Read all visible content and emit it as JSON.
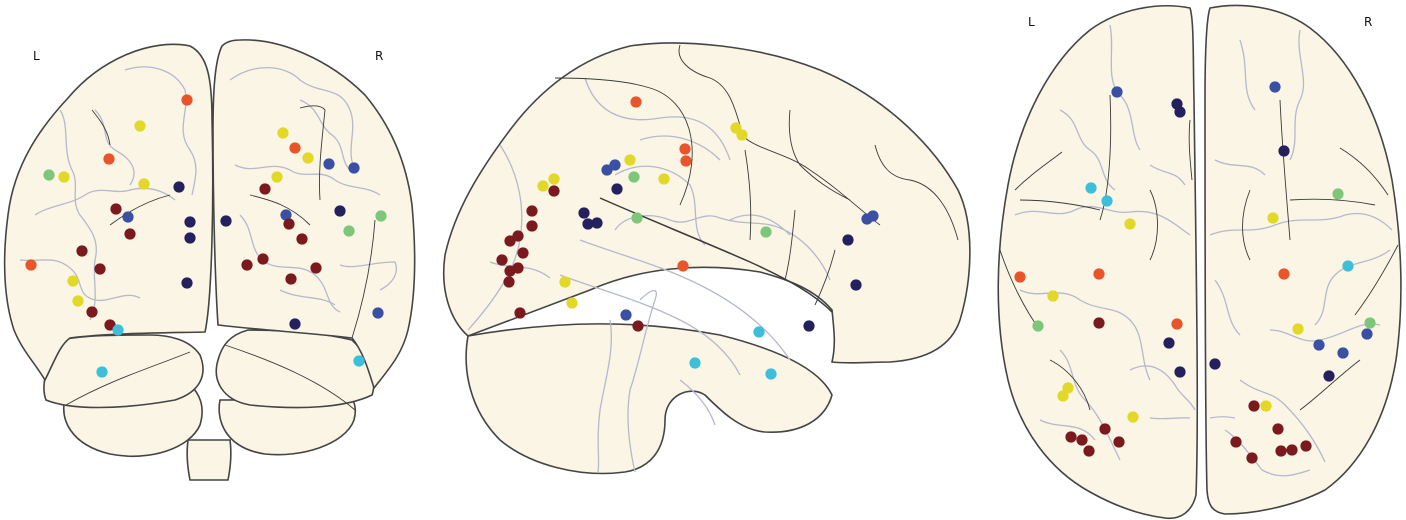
{
  "labels": {
    "coronal_left": "L",
    "coronal_right": "R",
    "axial_left": "L",
    "axial_right": "R"
  },
  "colors": {
    "maroon": "#7b1a1e",
    "navy": "#24215e",
    "blue": "#3a50a4",
    "cyan": "#3dbfd9",
    "green": "#7ec67a",
    "yellow": "#e2d827",
    "orange": "#e8552a",
    "brain_fill": "#faf5e4",
    "outline": "#444444",
    "sulcus": "#b6b9cc"
  },
  "views": [
    {
      "name": "coronal",
      "markers": [
        {
          "c": "orange",
          "p": [
            187,
            100
          ]
        },
        {
          "c": "yellow",
          "p": [
            140,
            126
          ]
        },
        {
          "c": "orange",
          "p": [
            109,
            159
          ]
        },
        {
          "c": "green",
          "p": [
            49,
            175
          ]
        },
        {
          "c": "yellow",
          "p": [
            64,
            177
          ]
        },
        {
          "c": "yellow",
          "p": [
            144,
            184
          ]
        },
        {
          "c": "navy",
          "p": [
            179,
            187
          ]
        },
        {
          "c": "maroon",
          "p": [
            116,
            209
          ]
        },
        {
          "c": "blue",
          "p": [
            128,
            217
          ]
        },
        {
          "c": "navy",
          "p": [
            190,
            222
          ]
        },
        {
          "c": "maroon",
          "p": [
            130,
            234
          ]
        },
        {
          "c": "navy",
          "p": [
            190,
            238
          ]
        },
        {
          "c": "maroon",
          "p": [
            82,
            251
          ]
        },
        {
          "c": "orange",
          "p": [
            31,
            265
          ]
        },
        {
          "c": "maroon",
          "p": [
            100,
            269
          ]
        },
        {
          "c": "yellow",
          "p": [
            73,
            281
          ]
        },
        {
          "c": "navy",
          "p": [
            187,
            283
          ]
        },
        {
          "c": "yellow",
          "p": [
            78,
            301
          ]
        },
        {
          "c": "maroon",
          "p": [
            92,
            312
          ]
        },
        {
          "c": "maroon",
          "p": [
            110,
            325
          ]
        },
        {
          "c": "cyan",
          "p": [
            118,
            330
          ]
        },
        {
          "c": "cyan",
          "p": [
            102,
            372
          ]
        },
        {
          "c": "yellow",
          "p": [
            283,
            133
          ]
        },
        {
          "c": "orange",
          "p": [
            295,
            148
          ]
        },
        {
          "c": "yellow",
          "p": [
            308,
            158
          ]
        },
        {
          "c": "blue",
          "p": [
            329,
            164
          ]
        },
        {
          "c": "blue",
          "p": [
            354,
            168
          ]
        },
        {
          "c": "yellow",
          "p": [
            277,
            177
          ]
        },
        {
          "c": "maroon",
          "p": [
            265,
            189
          ]
        },
        {
          "c": "navy",
          "p": [
            340,
            211
          ]
        },
        {
          "c": "blue",
          "p": [
            286,
            215
          ]
        },
        {
          "c": "green",
          "p": [
            381,
            216
          ]
        },
        {
          "c": "navy",
          "p": [
            226,
            221
          ]
        },
        {
          "c": "maroon",
          "p": [
            289,
            224
          ]
        },
        {
          "c": "green",
          "p": [
            349,
            231
          ]
        },
        {
          "c": "maroon",
          "p": [
            302,
            239
          ]
        },
        {
          "c": "maroon",
          "p": [
            263,
            259
          ]
        },
        {
          "c": "maroon",
          "p": [
            247,
            265
          ]
        },
        {
          "c": "maroon",
          "p": [
            316,
            268
          ]
        },
        {
          "c": "maroon",
          "p": [
            291,
            279
          ]
        },
        {
          "c": "blue",
          "p": [
            378,
            313
          ]
        },
        {
          "c": "navy",
          "p": [
            295,
            324
          ]
        },
        {
          "c": "cyan",
          "p": [
            359,
            361
          ]
        }
      ]
    },
    {
      "name": "sagittal",
      "markers": [
        {
          "c": "orange",
          "p": [
            636,
            102
          ]
        },
        {
          "c": "yellow",
          "p": [
            736,
            128
          ]
        },
        {
          "c": "yellow",
          "p": [
            742,
            135
          ]
        },
        {
          "c": "orange",
          "p": [
            685,
            149
          ]
        },
        {
          "c": "yellow",
          "p": [
            630,
            160
          ]
        },
        {
          "c": "orange",
          "p": [
            686,
            161
          ]
        },
        {
          "c": "blue",
          "p": [
            615,
            165
          ]
        },
        {
          "c": "blue",
          "p": [
            607,
            170
          ]
        },
        {
          "c": "green",
          "p": [
            634,
            177
          ]
        },
        {
          "c": "yellow",
          "p": [
            664,
            179
          ]
        },
        {
          "c": "yellow",
          "p": [
            554,
            179
          ]
        },
        {
          "c": "yellow",
          "p": [
            543,
            186
          ]
        },
        {
          "c": "navy",
          "p": [
            617,
            189
          ]
        },
        {
          "c": "maroon",
          "p": [
            554,
            191
          ]
        },
        {
          "c": "maroon",
          "p": [
            532,
            211
          ]
        },
        {
          "c": "navy",
          "p": [
            584,
            213
          ]
        },
        {
          "c": "green",
          "p": [
            637,
            218
          ]
        },
        {
          "c": "blue",
          "p": [
            873,
            216
          ]
        },
        {
          "c": "blue",
          "p": [
            867,
            219
          ]
        },
        {
          "c": "navy",
          "p": [
            597,
            223
          ]
        },
        {
          "c": "navy",
          "p": [
            588,
            224
          ]
        },
        {
          "c": "maroon",
          "p": [
            532,
            226
          ]
        },
        {
          "c": "maroon",
          "p": [
            518,
            236
          ]
        },
        {
          "c": "green",
          "p": [
            766,
            232
          ]
        },
        {
          "c": "maroon",
          "p": [
            510,
            241
          ]
        },
        {
          "c": "navy",
          "p": [
            848,
            240
          ]
        },
        {
          "c": "maroon",
          "p": [
            523,
            253
          ]
        },
        {
          "c": "maroon",
          "p": [
            502,
            260
          ]
        },
        {
          "c": "orange",
          "p": [
            683,
            266
          ]
        },
        {
          "c": "maroon",
          "p": [
            518,
            268
          ]
        },
        {
          "c": "maroon",
          "p": [
            510,
            271
          ]
        },
        {
          "c": "maroon",
          "p": [
            509,
            282
          ]
        },
        {
          "c": "yellow",
          "p": [
            565,
            282
          ]
        },
        {
          "c": "navy",
          "p": [
            856,
            285
          ]
        },
        {
          "c": "yellow",
          "p": [
            572,
            303
          ]
        },
        {
          "c": "maroon",
          "p": [
            520,
            313
          ]
        },
        {
          "c": "blue",
          "p": [
            626,
            315
          ]
        },
        {
          "c": "maroon",
          "p": [
            638,
            326
          ]
        },
        {
          "c": "navy",
          "p": [
            809,
            326
          ]
        },
        {
          "c": "cyan",
          "p": [
            759,
            332
          ]
        },
        {
          "c": "cyan",
          "p": [
            695,
            363
          ]
        },
        {
          "c": "cyan",
          "p": [
            771,
            374
          ]
        }
      ]
    },
    {
      "name": "axial",
      "markers": [
        {
          "c": "blue",
          "p": [
            1117,
            92
          ]
        },
        {
          "c": "navy",
          "p": [
            1177,
            104
          ]
        },
        {
          "c": "navy",
          "p": [
            1180,
            112
          ]
        },
        {
          "c": "blue",
          "p": [
            1275,
            87
          ]
        },
        {
          "c": "navy",
          "p": [
            1284,
            151
          ]
        },
        {
          "c": "cyan",
          "p": [
            1091,
            188
          ]
        },
        {
          "c": "green",
          "p": [
            1338,
            194
          ]
        },
        {
          "c": "cyan",
          "p": [
            1107,
            201
          ]
        },
        {
          "c": "yellow",
          "p": [
            1273,
            218
          ]
        },
        {
          "c": "yellow",
          "p": [
            1130,
            224
          ]
        },
        {
          "c": "cyan",
          "p": [
            1348,
            266
          ]
        },
        {
          "c": "orange",
          "p": [
            1020,
            277
          ]
        },
        {
          "c": "orange",
          "p": [
            1099,
            274
          ]
        },
        {
          "c": "orange",
          "p": [
            1284,
            274
          ]
        },
        {
          "c": "yellow",
          "p": [
            1053,
            296
          ]
        },
        {
          "c": "maroon",
          "p": [
            1099,
            323
          ]
        },
        {
          "c": "orange",
          "p": [
            1177,
            324
          ]
        },
        {
          "c": "green",
          "p": [
            1038,
            326
          ]
        },
        {
          "c": "green",
          "p": [
            1370,
            323
          ]
        },
        {
          "c": "yellow",
          "p": [
            1298,
            329
          ]
        },
        {
          "c": "blue",
          "p": [
            1367,
            334
          ]
        },
        {
          "c": "navy",
          "p": [
            1169,
            343
          ]
        },
        {
          "c": "blue",
          "p": [
            1319,
            345
          ]
        },
        {
          "c": "blue",
          "p": [
            1343,
            353
          ]
        },
        {
          "c": "navy",
          "p": [
            1215,
            364
          ]
        },
        {
          "c": "navy",
          "p": [
            1180,
            372
          ]
        },
        {
          "c": "navy",
          "p": [
            1329,
            376
          ]
        },
        {
          "c": "yellow",
          "p": [
            1068,
            388
          ]
        },
        {
          "c": "yellow",
          "p": [
            1063,
            396
          ]
        },
        {
          "c": "maroon",
          "p": [
            1254,
            406
          ]
        },
        {
          "c": "yellow",
          "p": [
            1266,
            406
          ]
        },
        {
          "c": "yellow",
          "p": [
            1133,
            417
          ]
        },
        {
          "c": "maroon",
          "p": [
            1105,
            429
          ]
        },
        {
          "c": "maroon",
          "p": [
            1278,
            429
          ]
        },
        {
          "c": "maroon",
          "p": [
            1071,
            437
          ]
        },
        {
          "c": "maroon",
          "p": [
            1082,
            440
          ]
        },
        {
          "c": "maroon",
          "p": [
            1119,
            442
          ]
        },
        {
          "c": "maroon",
          "p": [
            1236,
            442
          ]
        },
        {
          "c": "maroon",
          "p": [
            1089,
            451
          ]
        },
        {
          "c": "maroon",
          "p": [
            1281,
            451
          ]
        },
        {
          "c": "maroon",
          "p": [
            1292,
            450
          ]
        },
        {
          "c": "maroon",
          "p": [
            1306,
            446
          ]
        },
        {
          "c": "maroon",
          "p": [
            1252,
            458
          ]
        }
      ]
    }
  ]
}
